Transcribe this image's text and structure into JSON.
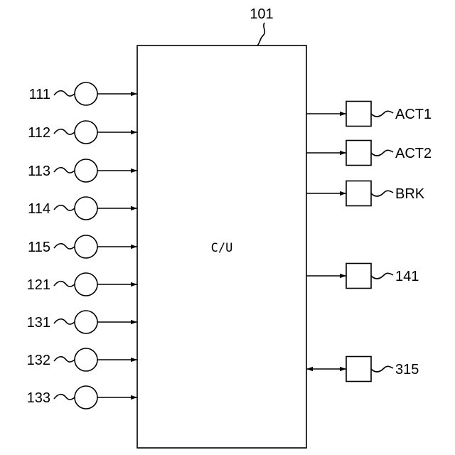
{
  "controller": {
    "ref": "101",
    "label": "C/U"
  },
  "inputs": [
    {
      "label": "111"
    },
    {
      "label": "112"
    },
    {
      "label": "113"
    },
    {
      "label": "114"
    },
    {
      "label": "115"
    },
    {
      "label": "121"
    },
    {
      "label": "131"
    },
    {
      "label": "132"
    },
    {
      "label": "133"
    }
  ],
  "outputs": [
    {
      "label": "ACT1",
      "direction": "out"
    },
    {
      "label": "ACT2",
      "direction": "out"
    },
    {
      "label": "BRK",
      "direction": "out"
    },
    {
      "label": "141",
      "direction": "out"
    },
    {
      "label": "315",
      "direction": "bidirectional"
    }
  ]
}
